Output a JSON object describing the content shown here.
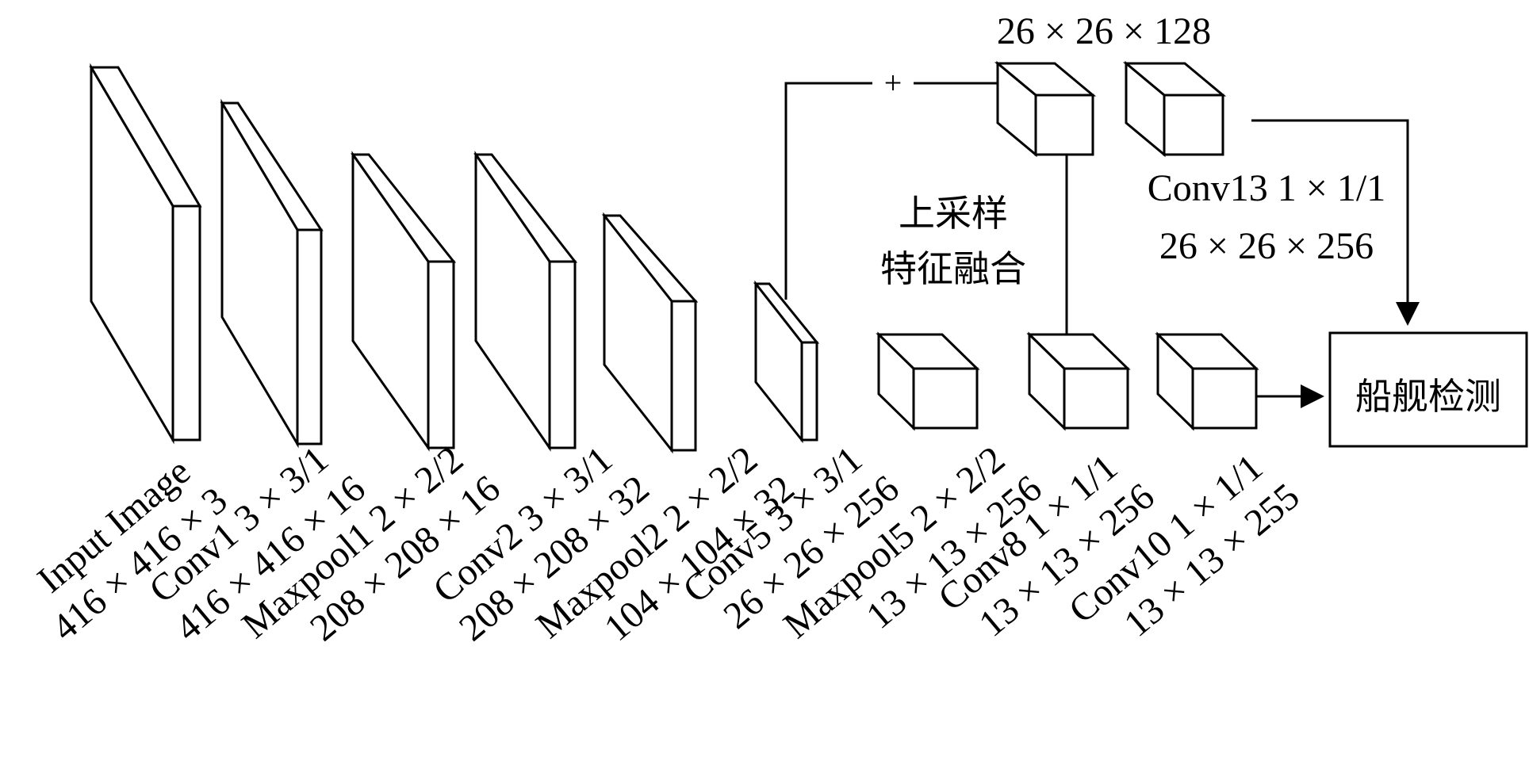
{
  "layers": [
    {
      "name": "Input Image",
      "size": "416 × 416 × 3"
    },
    {
      "name": "Conv1 3 × 3/1",
      "size": "416 × 416 × 16"
    },
    {
      "name": "Maxpool1 2 × 2/2",
      "size": "208 × 208 × 16"
    },
    {
      "name": "Conv2 3 × 3/1",
      "size": "208 × 208 × 32"
    },
    {
      "name": "Maxpool2 2 × 2/2",
      "size": "104 × 104 × 32"
    },
    {
      "name": "Conv5 3 × 3/1",
      "size": "26 × 26 × 256"
    },
    {
      "name": "Maxpool5 2 × 2/2",
      "size": "13 × 13 × 256"
    },
    {
      "name": "Conv8 1 × 1/1",
      "size": "13 × 13 × 256"
    },
    {
      "name": "Conv10 1 × 1/1",
      "size": "13 × 13 × 255"
    }
  ],
  "top_branch": {
    "size_label": "26 × 26 × 128",
    "conv13_name": "Conv13 1 × 1/1",
    "conv13_size": "26 × 26 × 256",
    "plus_sign": "+"
  },
  "fusion_label": {
    "line1": "上采样",
    "line2": "特征融合"
  },
  "detection_box": {
    "label": "船舰检测"
  }
}
